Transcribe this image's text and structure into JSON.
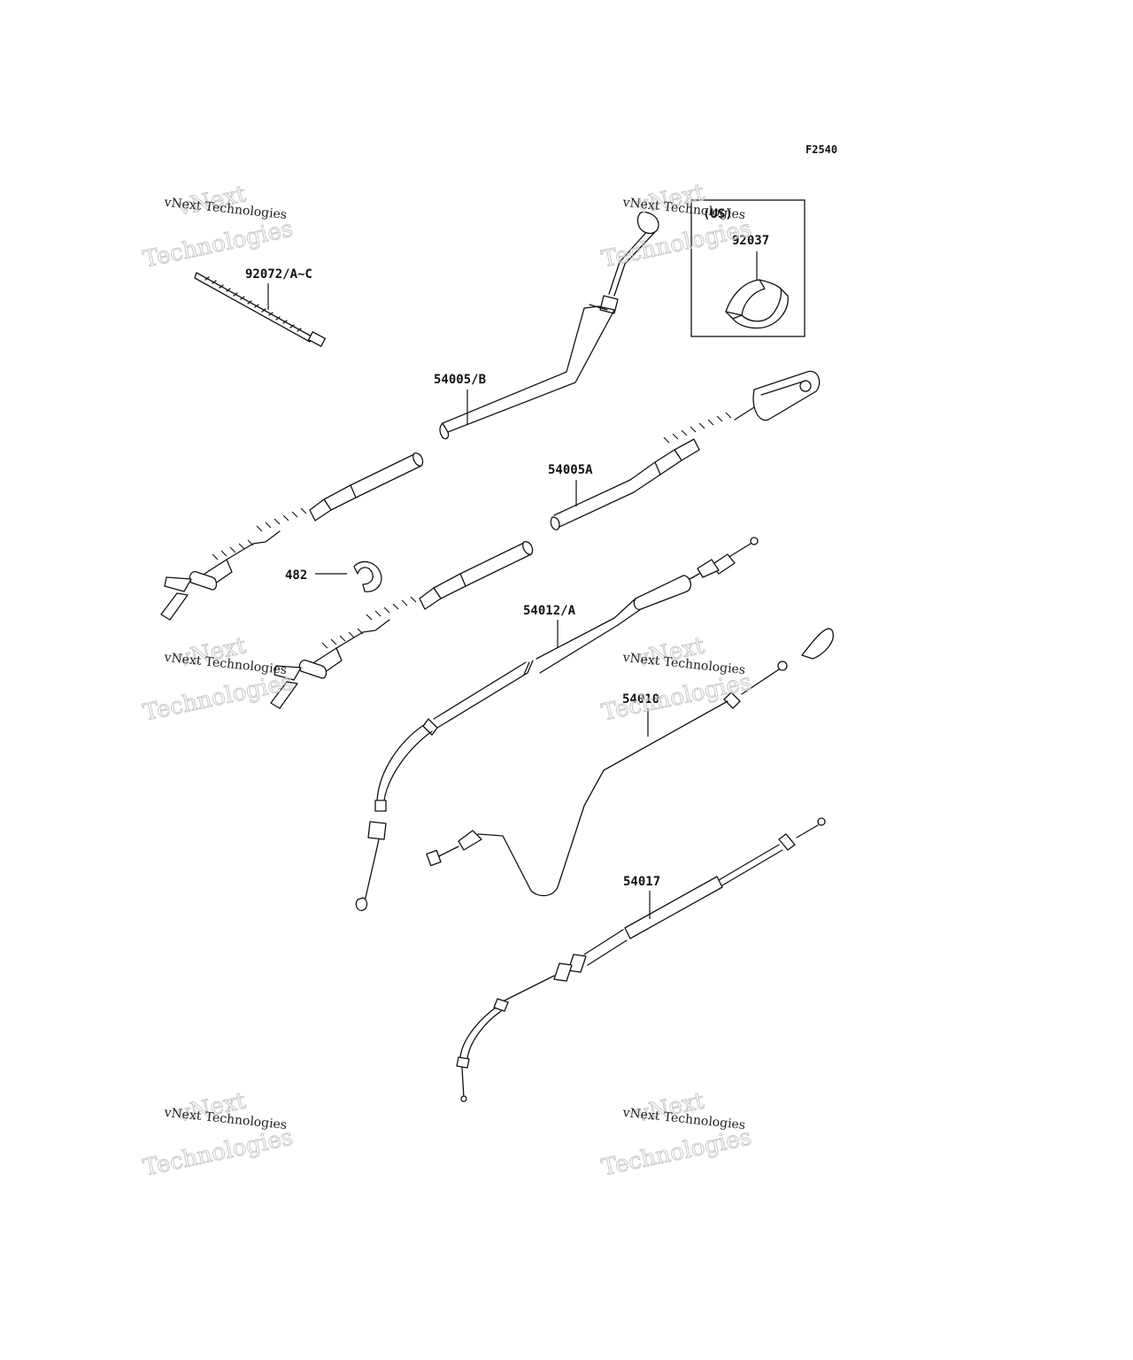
{
  "figure_code": "F2540",
  "watermark": {
    "line1": "vNext Technologies",
    "line2": "vNext",
    "line3": "Technologies"
  },
  "inset_label": "(US)",
  "parts": [
    {
      "id": "p-92072",
      "label": "92072/A~C"
    },
    {
      "id": "p-92037",
      "label": "92037"
    },
    {
      "id": "p-54005b",
      "label": "54005/B"
    },
    {
      "id": "p-54005a",
      "label": "54005A"
    },
    {
      "id": "p-482",
      "label": "482"
    },
    {
      "id": "p-54012",
      "label": "54012/A"
    },
    {
      "id": "p-54010",
      "label": "54010"
    },
    {
      "id": "p-54017",
      "label": "54017"
    }
  ]
}
